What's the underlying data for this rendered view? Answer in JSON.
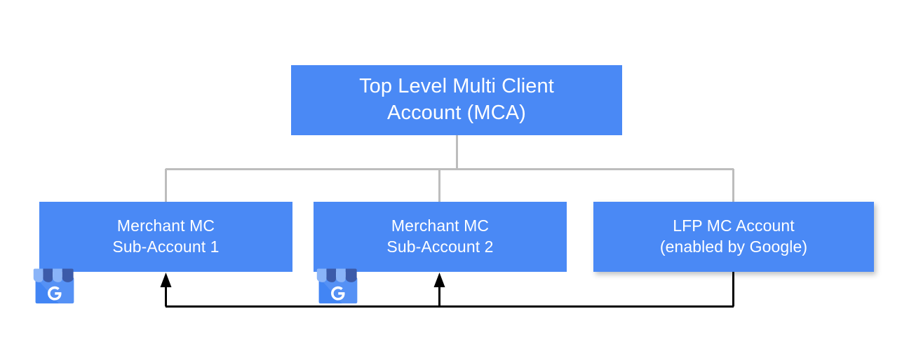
{
  "diagram": {
    "title": "Merchant Center account hierarchy with LFP account",
    "background_color": "#ffffff",
    "node_fill_color": "#4A89F5",
    "node_text_color": "#ffffff",
    "tree_connector_color": "#BDBDBD",
    "feedback_arrow_color": "#000000"
  },
  "nodes": {
    "mca": {
      "label": "Top Level Multi Client\nAccount (MCA)",
      "line1": "Top Level Multi Client",
      "line2": "Account (MCA)"
    },
    "sub1": {
      "label": "Merchant MC\nSub-Account 1",
      "line1": "Merchant MC",
      "line2": "Sub-Account 1"
    },
    "sub2": {
      "label": "Merchant MC\nSub-Account 2",
      "line1": "Merchant MC",
      "line2": "Sub-Account 2"
    },
    "lfp": {
      "label": "LFP MC Account\n(enabled by Google)",
      "line1": "LFP MC Account",
      "line2": "(enabled by Google)"
    }
  },
  "icons": {
    "gmb_1": "google-my-business-storefront-icon",
    "gmb_2": "google-my-business-storefront-icon",
    "gmb_letter": "G",
    "gmb_colors": {
      "awning_light": "#8AB4F8",
      "awning_dark": "#3C5BA9",
      "awning_mid": "#4F6DC0",
      "body": "#5591F5",
      "shade": "#4285F4"
    }
  },
  "edges": [
    {
      "name": "mca-to-sub1",
      "from": "mca",
      "to": "sub1",
      "style": "elbow",
      "color": "#BDBDBD"
    },
    {
      "name": "mca-to-sub2",
      "from": "mca",
      "to": "sub2",
      "style": "straight",
      "color": "#BDBDBD"
    },
    {
      "name": "mca-to-lfp",
      "from": "mca",
      "to": "lfp",
      "style": "elbow",
      "color": "#BDBDBD"
    },
    {
      "name": "lfp-to-sub1",
      "from": "lfp",
      "to": "sub1",
      "style": "elbow-arrow",
      "color": "#000000",
      "arrowhead": "up"
    },
    {
      "name": "lfp-to-sub2",
      "from": "lfp",
      "to": "sub2",
      "style": "elbow-arrow",
      "color": "#000000",
      "arrowhead": "up"
    }
  ]
}
